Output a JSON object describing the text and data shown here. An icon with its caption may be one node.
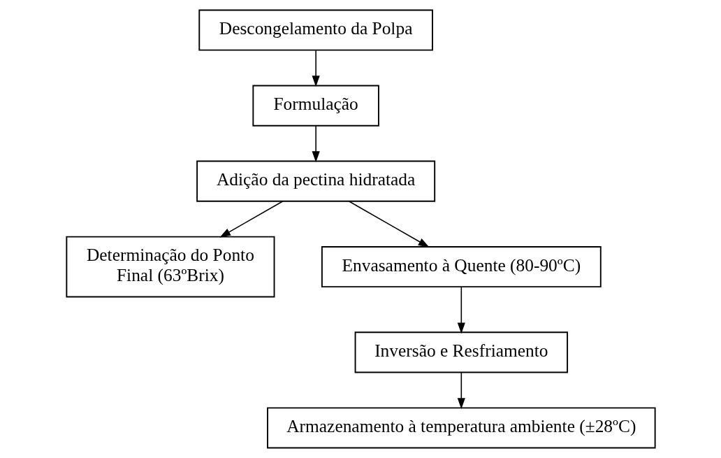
{
  "diagram": {
    "nodes": [
      {
        "text": [
          "Descongelamento da Polpa"
        ]
      },
      {
        "text": [
          "Formulação"
        ]
      },
      {
        "text": [
          "Adição da pectina hidratada"
        ]
      },
      {
        "text": [
          "Determinação do Ponto Final (63ºBrix)"
        ]
      },
      {
        "text": [
          "Envasamento à Quente (80-90ºC)"
        ]
      },
      {
        "text": [
          "Inversão e Resfriamento"
        ]
      },
      {
        "text": [
          "Armazenamento à temperatura ambiente (±28ºC)"
        ]
      }
    ],
    "edges": [
      {
        "from": 0,
        "to": 1,
        "arrow": "to"
      },
      {
        "from": 1,
        "to": 2,
        "arrow": "to"
      },
      {
        "from": 2,
        "to": 3,
        "arrow": "to"
      },
      {
        "from": 2,
        "to": 4,
        "arrow": "to"
      },
      {
        "from": 4,
        "to": 5,
        "arrow": "to"
      },
      {
        "from": 5,
        "to": 6,
        "arrow": "to"
      }
    ]
  }
}
